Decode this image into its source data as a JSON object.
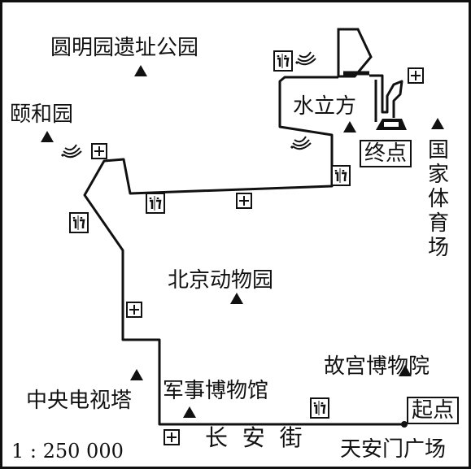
{
  "places": {
    "yuanmingyuan": "圆明园遗址公园",
    "yiheyuan": "颐和园",
    "shuilifang": "水立方",
    "guojiatiyuchang": "国家体育场",
    "beijingdongwuyuan": "北京动物园",
    "zhongyangdianshita": "中央电视塔",
    "junshibowuguan": "军事博物馆",
    "gugongbowuyuan": "故宫博物院",
    "tiananmenguangchang": "天安门广场",
    "changanjie": "长  安  街"
  },
  "route": {
    "start": "起点",
    "end": "终点"
  },
  "scale": "1 : 250 000",
  "icons": {
    "landmark": "triangle-icon",
    "medical": "first-aid-icon",
    "restroom": "restroom-icon",
    "supply": "banana-icon"
  },
  "colors": {
    "ink": "#111111",
    "background": "#ffffff"
  }
}
